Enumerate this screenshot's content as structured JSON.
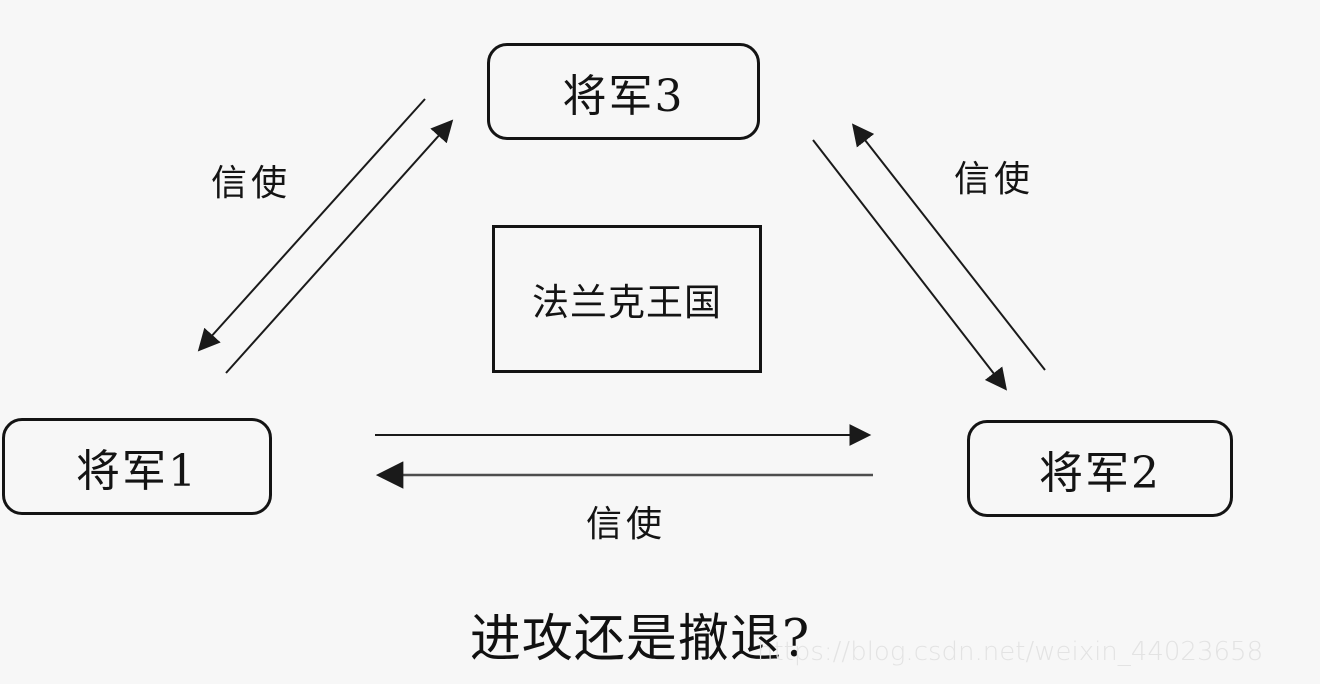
{
  "diagram": {
    "nodes": {
      "general3": "将军3",
      "general1": "将军1",
      "general2": "将军2",
      "kingdom": "法兰克王国"
    },
    "edges": {
      "left_label": "信使",
      "right_label": "信使",
      "bottom_label": "信使"
    },
    "question": "进攻还是撤退?",
    "watermark": "https://blog.csdn.net/weixin_44023658",
    "colors": {
      "background": "#f7f7f7",
      "line": "#1a1a1a",
      "bottom_line": "#4d4d4d",
      "box_border": "#141414",
      "watermark_text": "#e3e3e3"
    }
  }
}
